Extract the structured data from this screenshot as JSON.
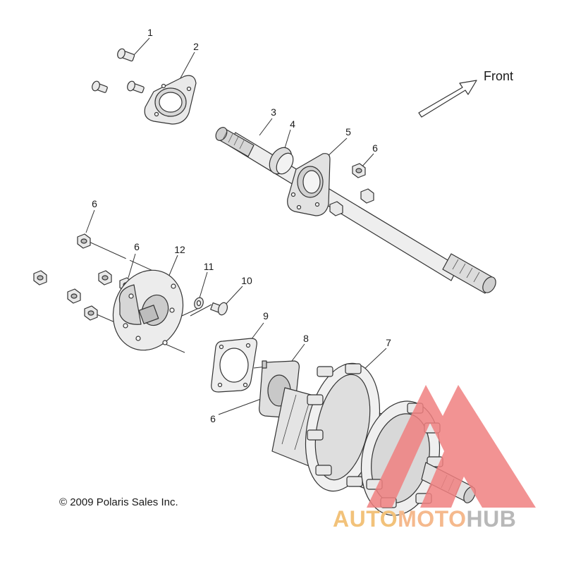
{
  "diagram": {
    "direction_label": "Front",
    "copyright": "© 2009 Polaris Sales Inc.",
    "callouts": [
      {
        "id": "c1",
        "text": "1"
      },
      {
        "id": "c2",
        "text": "2"
      },
      {
        "id": "c3",
        "text": "3"
      },
      {
        "id": "c4",
        "text": "4"
      },
      {
        "id": "c5",
        "text": "5"
      },
      {
        "id": "c6a",
        "text": "6"
      },
      {
        "id": "c6b",
        "text": "6"
      },
      {
        "id": "c6c",
        "text": "6"
      },
      {
        "id": "c6d",
        "text": "6"
      },
      {
        "id": "c7",
        "text": "7"
      },
      {
        "id": "c8",
        "text": "8"
      },
      {
        "id": "c9",
        "text": "9"
      },
      {
        "id": "c10",
        "text": "10"
      },
      {
        "id": "c11",
        "text": "11"
      },
      {
        "id": "c12",
        "text": "12"
      }
    ]
  },
  "watermark": {
    "part_a": "AUTO",
    "part_b": "MOTO",
    "part_c": "HUB",
    "colors": {
      "auto": "#f2c27a",
      "moto": "#f5b98d",
      "hub": "#b8b8b8",
      "triangle": "#f08080"
    }
  }
}
